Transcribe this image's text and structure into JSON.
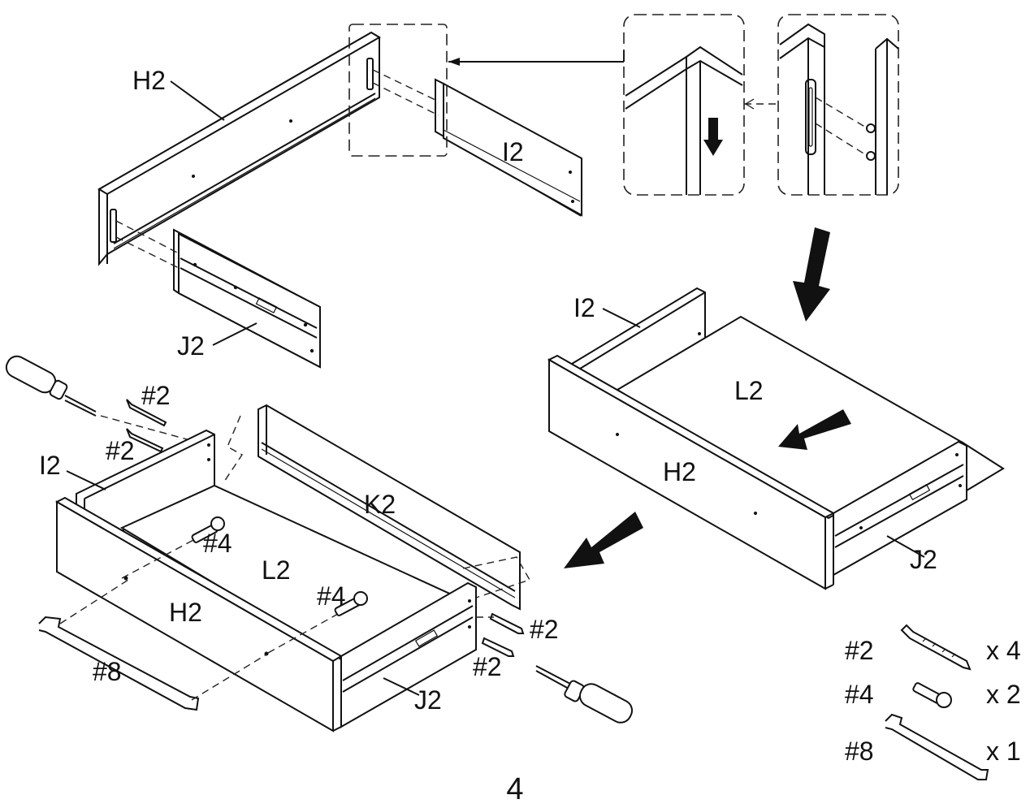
{
  "labels": {
    "h2_top": "H2",
    "i2_top": "I2",
    "j2_top": "J2",
    "i2_right": "I2",
    "l2_right": "L2",
    "h2_right": "H2",
    "j2_right": "J2",
    "i2_left": "I2",
    "l2_left": "L2",
    "h2_left": "H2",
    "k2_left": "K2",
    "j2_left": "J2",
    "screw2_a": "#2",
    "screw2_b": "#2",
    "screw2_c": "#2",
    "screw2_d": "#2",
    "bolt4_a": "#4",
    "bolt4_b": "#4",
    "handle8": "#8"
  },
  "parts_list": [
    {
      "code": "#2",
      "qty": "x 4",
      "icon": "screw-icon"
    },
    {
      "code": "#4",
      "qty": "x 2",
      "icon": "bolt-icon"
    },
    {
      "code": "#8",
      "qty": "x 1",
      "icon": "handle-icon"
    }
  ],
  "page_number": "4"
}
